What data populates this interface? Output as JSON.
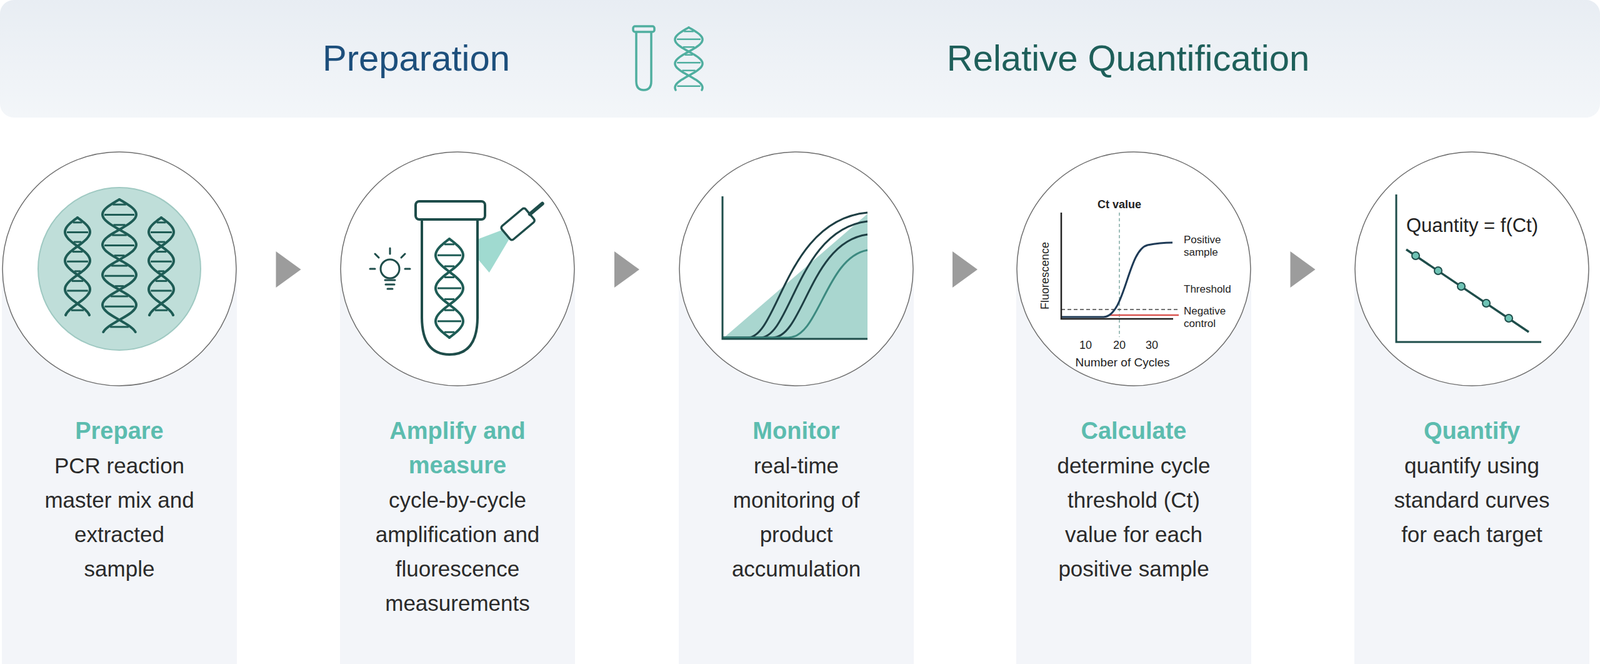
{
  "diagram": {
    "nodes": [
      {
        "text": [
          "Preparation",
          "Relative Quantification"
        ]
      },
      {
        "text": [
          "Prepare",
          "PCR reaction master mix and extracted sample"
        ]
      },
      {
        "text": [
          "Amplify and measure",
          "cycle-by-cycle amplification and fluorescence measurements"
        ]
      },
      {
        "text": [
          "Monitor",
          "real-time monitoring of product accumulation"
        ]
      },
      {
        "text": [
          "Calculate",
          "determine cycle threshold (Ct) value for each positive sample"
        ]
      },
      {
        "text": [
          "Quantify",
          "quantify using standard curves for each target"
        ]
      }
    ],
    "edges": [
      {
        "from": 1,
        "to": 2,
        "arrow": "to"
      },
      {
        "from": 2,
        "to": 3,
        "arrow": "to"
      },
      {
        "from": 3,
        "to": 4,
        "arrow": "to"
      },
      {
        "from": 4,
        "to": 5,
        "arrow": "to"
      }
    ],
    "labels": [
      "Ct value",
      "Fluorescence",
      "Positive sample",
      "Threshold",
      "Negative control",
      "10",
      "20",
      "30",
      "Number of Cycles",
      "Quantity = f(Ct)"
    ]
  }
}
